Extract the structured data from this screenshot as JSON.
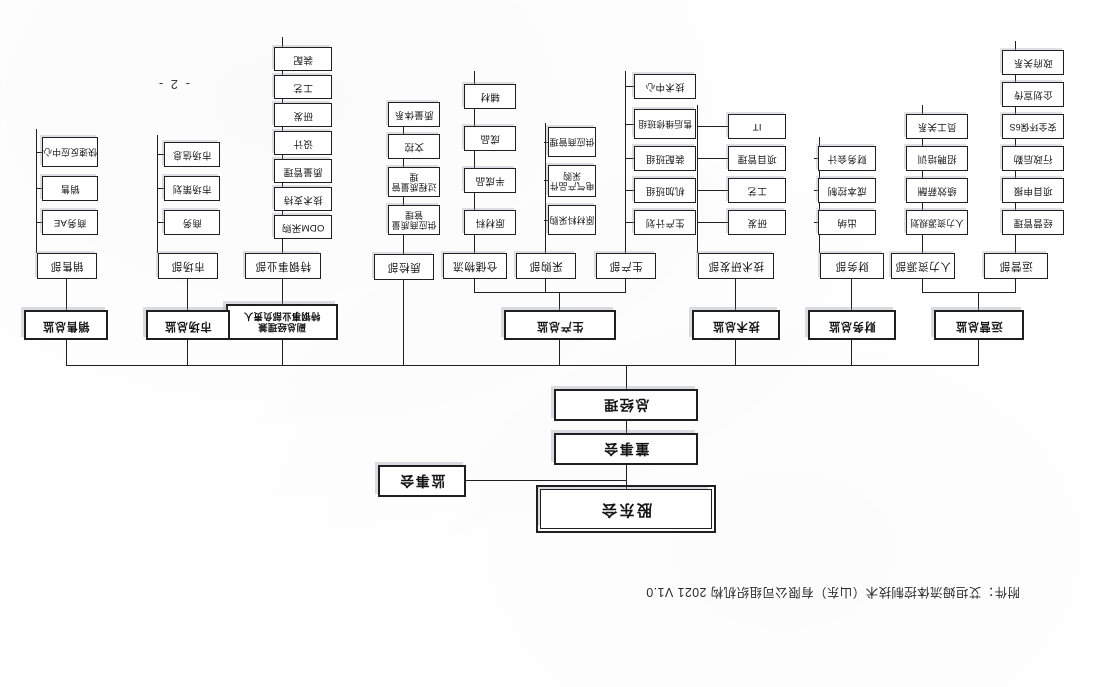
{
  "document": {
    "header": "附件：艾坦姆流体控制技术（山东）有限公司组织机构 2021 V1.0",
    "page_number": "- 2 -"
  },
  "chart": {
    "root": {
      "label": "股东会"
    },
    "supervisory": {
      "label": "监事会"
    },
    "board": {
      "label": "董事会"
    },
    "gm": {
      "label": "总经理"
    },
    "directors": [
      {
        "label": "运营总监"
      },
      {
        "label": "财务总监"
      },
      {
        "label": "技术总监"
      },
      {
        "label": "生产总监"
      },
      {
        "label": "副总经理兼\n特钢事业部负责人",
        "line1": "副总经理兼",
        "line2": "特钢事业部负责人"
      },
      {
        "label": "市场总监"
      },
      {
        "label": "销售总监"
      }
    ],
    "quality_dept": {
      "label": "质检部"
    },
    "departments": [
      {
        "label": "运营部"
      },
      {
        "label": "人力资源部"
      },
      {
        "label": "财务部"
      },
      {
        "label": "技术研发部"
      },
      {
        "label": "生产部"
      },
      {
        "label": "采购部"
      },
      {
        "label": "仓储物流"
      },
      {
        "label": "特钢事业部"
      },
      {
        "label": "市场部"
      },
      {
        "label": "销售部"
      }
    ],
    "leaves": {
      "operations": [
        "经营管理",
        "项目申报",
        "行政后勤",
        "安全环保6S",
        "企划宣传",
        "政府关系"
      ],
      "hr": [
        "人力资源规划",
        "绩效薪酬",
        "招聘培训",
        "员工关系"
      ],
      "finance": [
        "出纳",
        "成本控制",
        "财务会计"
      ],
      "tech_rd": [
        "研发",
        "工艺",
        "项目管理",
        "IT"
      ],
      "production": [
        "生产计划",
        "机加班组",
        "装配班组",
        "售后维修班组",
        "技术中心"
      ],
      "purchasing": [
        "原材料采购",
        "电气产品件采购",
        "供应商管理"
      ],
      "warehouse": [
        "原材料",
        "半成品",
        "成品",
        "辅材"
      ],
      "quality": [
        "供应商质量管理",
        "过程质量管理",
        "文控",
        "质量体系"
      ],
      "special_steel": [
        "ODM采购",
        "技术支持",
        "质量管理",
        "设计",
        "研发",
        "工艺",
        "装配"
      ],
      "marketing": [
        "商务",
        "市场策划",
        "市场信息"
      ],
      "sales": [
        "商务AE",
        "销售",
        "快速反应中心"
      ]
    }
  },
  "colors": {
    "ink": "#1f1f1f",
    "paper": "#ffffff",
    "shadow": "#9698a8"
  }
}
